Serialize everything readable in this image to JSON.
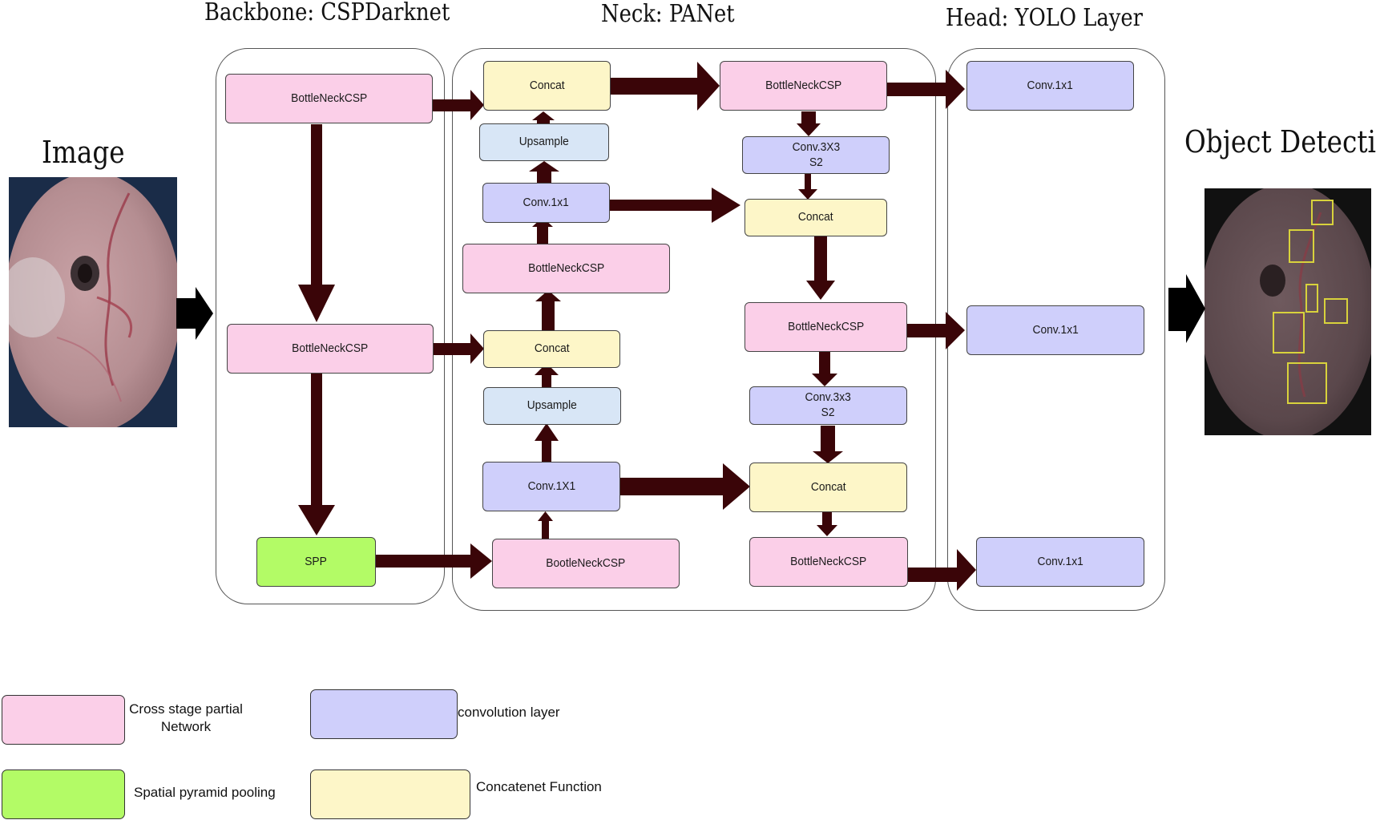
{
  "headings": {
    "image": "Image",
    "backbone": "Backbone: CSPDarknet",
    "neck": "Neck: PANet",
    "head": "Head: YOLO Layer",
    "detection": "Object Detection"
  },
  "backbone": {
    "bottleneck_top": "BottleNeckCSP",
    "bottleneck_mid": "BottleNeckCSP",
    "spp": "SPP"
  },
  "neck_left": {
    "concat_top": "Concat",
    "upsample_top": "Upsample",
    "conv_top": "Conv.1x1",
    "bottleneck_mid": "BottleNeckCSP",
    "concat_mid": "Concat",
    "upsample_low": "Upsample",
    "conv_low": "Conv.1X1",
    "bottleneck_bottom": "BootleNeckCSP"
  },
  "neck_right": {
    "bottleneck_top": "BottleNeckCSP",
    "conv_top": "Conv.3X3\nS2",
    "concat_top": "Concat",
    "bottleneck_mid": "BottleNeckCSP",
    "conv_low": "Conv.3x3\nS2",
    "concat_low": "Concat",
    "bottleneck_bottom": "BottleNeckCSP"
  },
  "head": {
    "conv_top": "Conv.1x1",
    "conv_mid": "Conv.1x1",
    "conv_bottom": "Conv.1x1"
  },
  "legend": {
    "csp": "Cross stage partial\nNetwork",
    "conv": "convolution layer",
    "spp": "Spatial pyramid pooling",
    "concat": "Concatenet Function"
  },
  "colors": {
    "csp": "#fbcfe8",
    "conv": "#cfcffb",
    "concat": "#fdf6c8",
    "upsample": "#d8e6f6",
    "spp": "#b3fb66",
    "arrow": "#3a0508",
    "detection_box": "#d8d23c"
  }
}
